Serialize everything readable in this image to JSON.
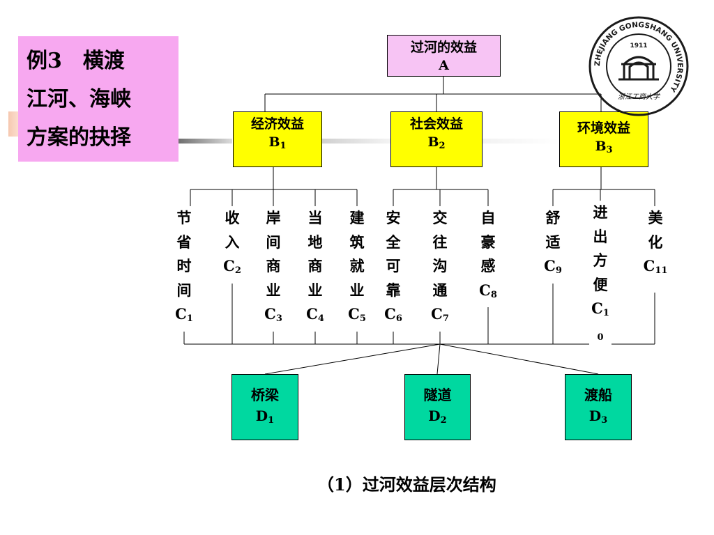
{
  "title": {
    "lines": [
      "例3　横渡",
      "江河、海峡",
      "方案的抉择"
    ]
  },
  "logo": {
    "ring_text": "ZHEJIANG GONGSHANG UNIVERSITY",
    "year": "1911",
    "chinese": "浙江工商大学"
  },
  "goal": {
    "name": "过河的效益",
    "code": "A"
  },
  "criteria": [
    {
      "name": "经济效益",
      "code": "B",
      "sub": "1"
    },
    {
      "name": "社会效益",
      "code": "B",
      "sub": "2"
    },
    {
      "name": "环境效益",
      "code": "B",
      "sub": "3"
    }
  ],
  "subcriteria": [
    {
      "chars": [
        "节",
        "省",
        "时",
        "间"
      ],
      "code": "C",
      "sub": "1"
    },
    {
      "chars": [
        "收",
        "入"
      ],
      "code": "C",
      "sub": "2"
    },
    {
      "chars": [
        "岸",
        "间",
        "商",
        "业"
      ],
      "code": "C",
      "sub": "3"
    },
    {
      "chars": [
        "当",
        "地",
        "商",
        "业"
      ],
      "code": "C",
      "sub": "4"
    },
    {
      "chars": [
        "建",
        "筑",
        "就",
        "业"
      ],
      "code": "C",
      "sub": "5"
    },
    {
      "chars": [
        "安",
        "全",
        "可",
        "靠"
      ],
      "code": "C",
      "sub": "6"
    },
    {
      "chars": [
        "交",
        "往",
        "沟",
        "通"
      ],
      "code": "C",
      "sub": "7"
    },
    {
      "chars": [
        "自",
        "豪",
        "感"
      ],
      "code": "C",
      "sub": "8"
    },
    {
      "chars": [
        "舒",
        "适"
      ],
      "code": "C",
      "sub": "9"
    },
    {
      "chars": [
        "进",
        "出",
        "方",
        "便"
      ],
      "code": "C",
      "sub": "1",
      "sub_wrap": "0"
    },
    {
      "chars": [
        "美",
        "化"
      ],
      "code": "C",
      "sub": "11"
    }
  ],
  "alternatives": [
    {
      "name": "桥梁",
      "code": "D",
      "sub": "1"
    },
    {
      "name": "隧道",
      "code": "D",
      "sub": "2"
    },
    {
      "name": "渡船",
      "code": "D",
      "sub": "3"
    }
  ],
  "caption": "（1）过河效益层次结构",
  "colors": {
    "title_box": "#f7a8f0",
    "goal_box": "#f7c4f4",
    "criteria_box": "#ffff00",
    "alternative_box": "#00d8a0",
    "logo": "#1a1a1a"
  }
}
